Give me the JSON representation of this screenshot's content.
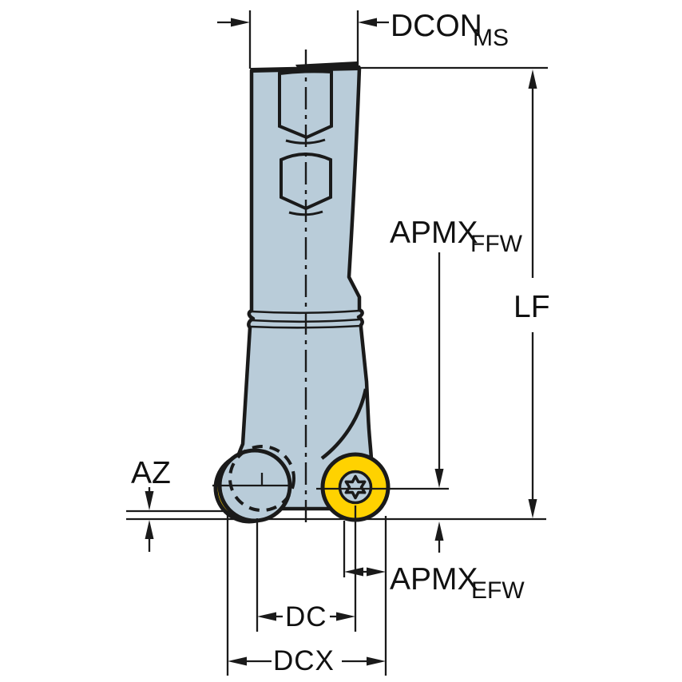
{
  "diagram": {
    "type": "technical-dimension-drawing",
    "subject": "Round insert milling cutter, side view with dimension callouts",
    "labels": {
      "dcon": {
        "main": "DCON",
        "sub": "MS"
      },
      "apmx_ffw": {
        "main": "APMX",
        "sub": "FFW"
      },
      "lf": "LF",
      "az": "AZ",
      "apmx_efw": {
        "main": "APMX",
        "sub": "EFW"
      },
      "dc": "DC",
      "dcx": "DCX"
    },
    "colors": {
      "body": "#b9ccd9",
      "insert": "#ffd200",
      "line": "#1a1a1a",
      "background": "#ffffff"
    }
  }
}
